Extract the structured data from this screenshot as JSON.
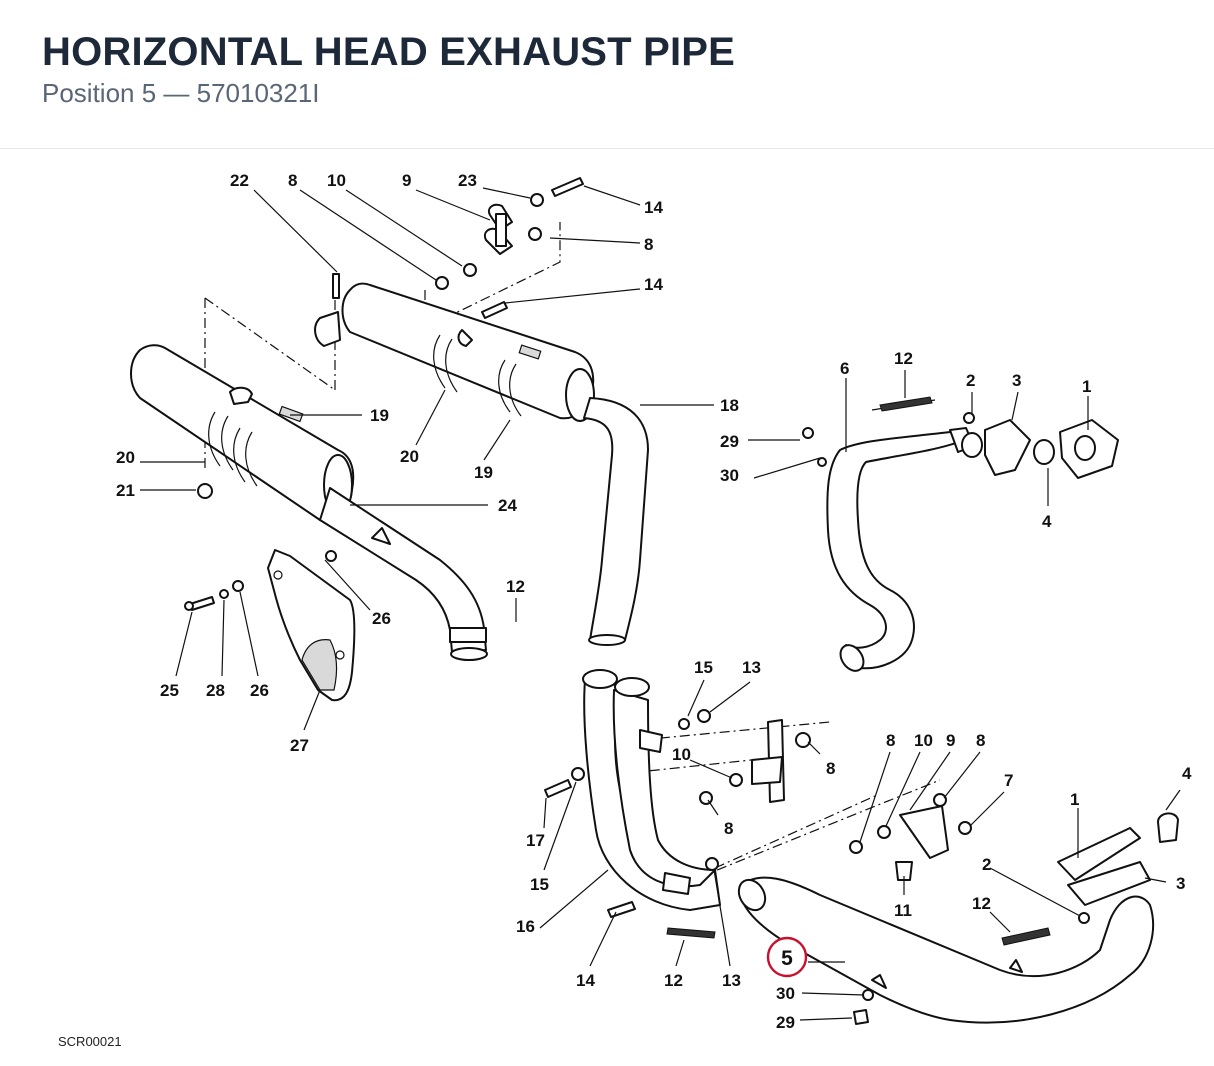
{
  "header": {
    "title": "HORIZONTAL HEAD EXHAUST PIPE",
    "subtitle": "Position 5 — 57010321I"
  },
  "highlight": {
    "position": "5",
    "color": "#c8102e"
  },
  "drawing_code": "SCR00021",
  "callouts": {
    "c22": "22",
    "c8a": "8",
    "c10a": "10",
    "c9a": "9",
    "c23": "23",
    "c14a": "14",
    "c8b": "8",
    "c14b": "14",
    "c19a": "19",
    "c20a": "20",
    "c21": "21",
    "c20b": "20",
    "c19b": "19",
    "c18": "18",
    "c24": "24",
    "c26a": "26",
    "c25": "25",
    "c28": "28",
    "c26b": "26",
    "c27": "27",
    "c12a": "12",
    "c6": "6",
    "c12b": "12",
    "c2a": "2",
    "c3a": "3",
    "c1a": "1",
    "c29a": "29",
    "c30a": "30",
    "c4a": "4",
    "c15a": "15",
    "c13a": "13",
    "c10b": "10",
    "c8c": "8",
    "c8d": "8",
    "c17": "17",
    "c15b": "15",
    "c16": "16",
    "c14c": "14",
    "c12c": "12",
    "c13b": "13",
    "c8e": "8",
    "c10c": "10",
    "c9b": "9",
    "c8f": "8",
    "c7": "7",
    "c4b": "4",
    "c1b": "1",
    "c2b": "2",
    "c3b": "3",
    "c11": "11",
    "c12d": "12",
    "c30b": "30",
    "c29b": "29"
  }
}
